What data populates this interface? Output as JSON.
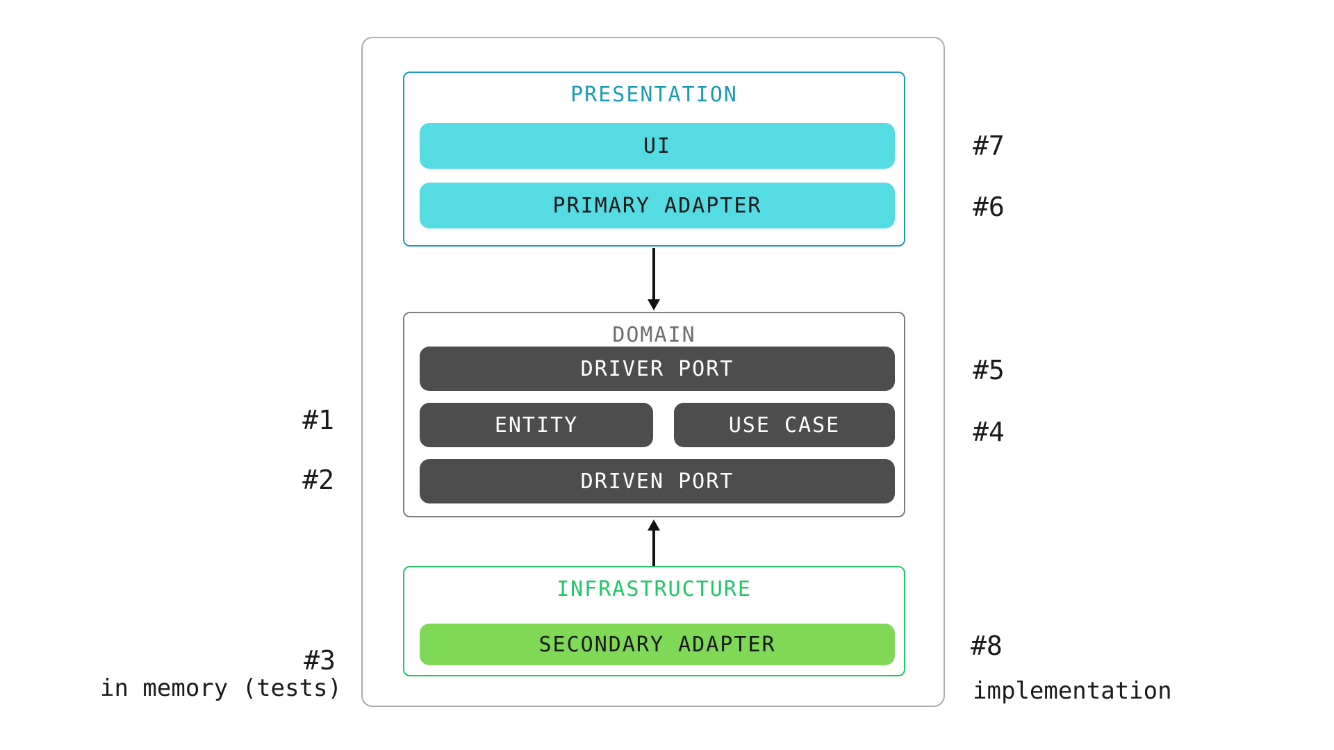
{
  "layers": {
    "presentation": {
      "title": "PRESENTATION",
      "pills": [
        {
          "label": "UI"
        },
        {
          "label": "PRIMARY ADAPTER"
        }
      ]
    },
    "domain": {
      "title": "DOMAIN",
      "pills": [
        {
          "label": "DRIVER PORT"
        },
        {
          "label": "ENTITY"
        },
        {
          "label": "USE CASE"
        },
        {
          "label": "DRIVEN PORT"
        }
      ]
    },
    "infrastructure": {
      "title": "INFRASTRUCTURE",
      "pills": [
        {
          "label": "SECONDARY ADAPTER"
        }
      ]
    }
  },
  "annotations": {
    "left": [
      {
        "label": "#1"
      },
      {
        "label": "#2"
      },
      {
        "label": "#3"
      }
    ],
    "right": [
      {
        "label": "#7"
      },
      {
        "label": "#6"
      },
      {
        "label": "#5"
      },
      {
        "label": "#4"
      },
      {
        "label": "#8"
      }
    ],
    "bottom_left_note": "in memory (tests)",
    "bottom_right_note": "implementation"
  },
  "colors": {
    "presentation_accent": "#1A9CB4",
    "presentation_pill": "#55DCE2",
    "domain_border": "#7E7E7E",
    "domain_title": "#6E6E6E",
    "domain_pill": "#4D4D4D",
    "infrastructure_accent": "#1FC765",
    "infrastructure_pill": "#7FD856",
    "container_border": "#ACACAC",
    "arrow": "#111111",
    "text_dark": "#1A1A1A"
  }
}
